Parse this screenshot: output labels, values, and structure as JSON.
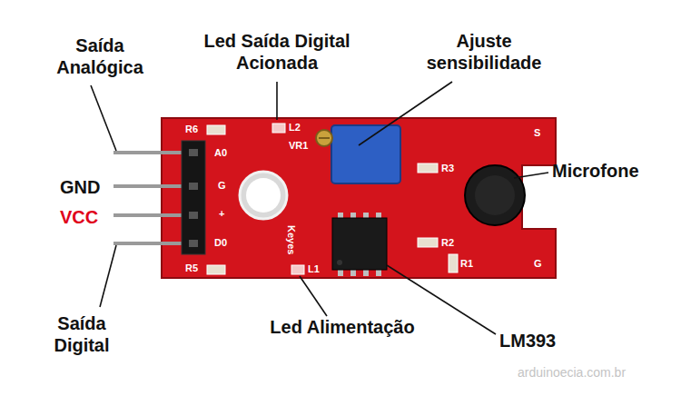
{
  "diagram": {
    "labels": [
      "Saída Analógica",
      "GND",
      "VCC",
      "Saída Digital",
      "Led Saída Digital Acionada",
      "Ajuste sensibilidade",
      "Microfone",
      "Led Alimentação",
      "LM393",
      "arduinoecia.com.br",
      "R6",
      "A0",
      "G",
      "+",
      "D0",
      "R5",
      "L2",
      "L1",
      "VR1",
      "Keyes",
      "R3",
      "R2",
      "R1",
      "S",
      "G"
    ]
  }
}
